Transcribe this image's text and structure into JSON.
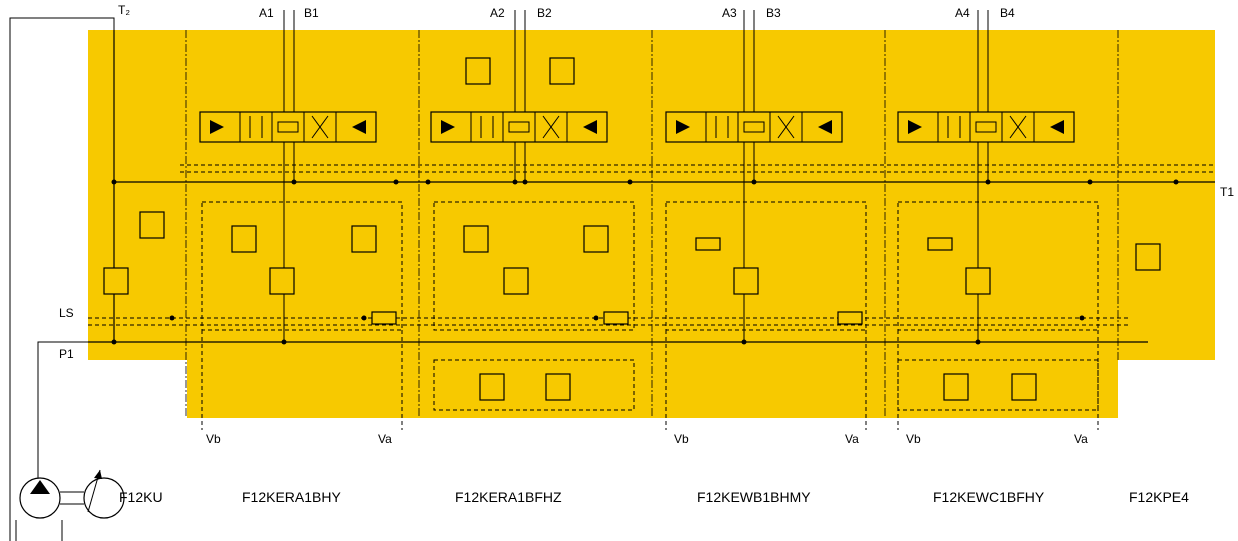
{
  "ports": {
    "t2": "T₂",
    "t1": "T1",
    "ls": "LS",
    "p1": "P1",
    "a1": "A1",
    "b1": "B1",
    "a2": "A2",
    "b2": "B2",
    "a3": "A3",
    "b3": "B3",
    "a4": "A4",
    "b4": "B4",
    "vb1": "Vb",
    "va1": "Va",
    "vb2": "Vb",
    "va2": "Va",
    "vb3": "Vb",
    "va3": "Va"
  },
  "modules": [
    "F12KU",
    "F12KERA1BHY",
    "F12KERA1BFHZ",
    "F12KEWB1BHMY",
    "F12KEWC1BFHY",
    "F12KPE4"
  ],
  "colors": {
    "valve_body": "#f7c900",
    "lines": "#000000"
  }
}
